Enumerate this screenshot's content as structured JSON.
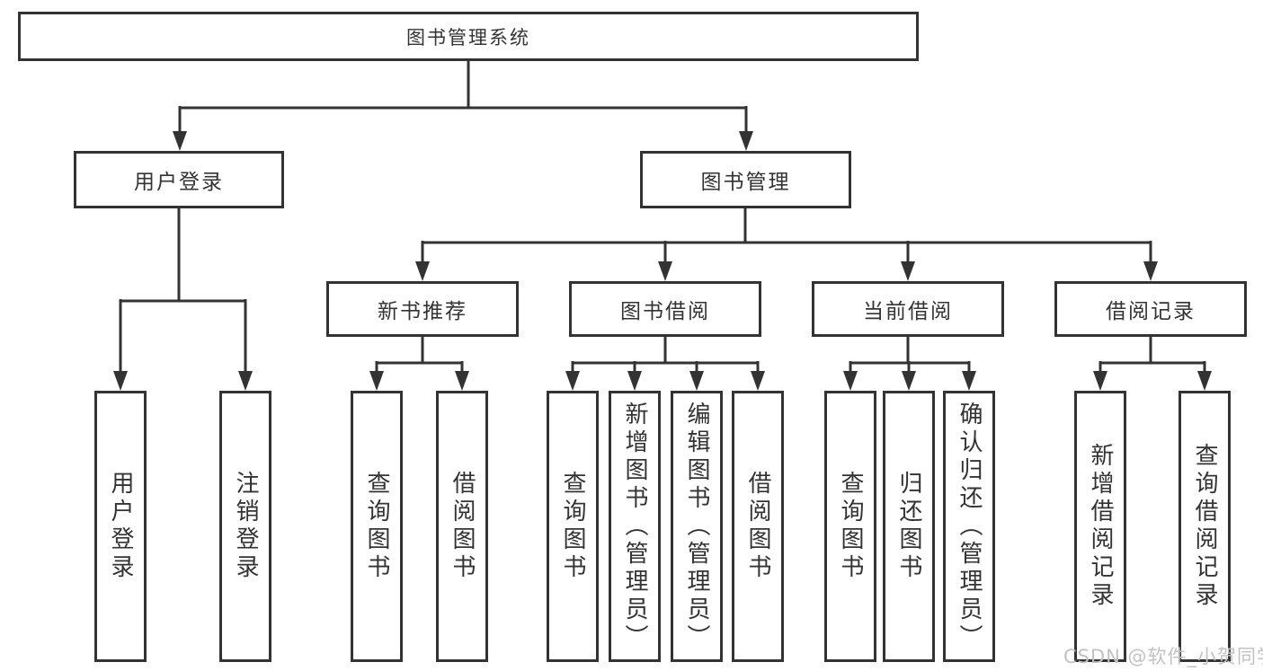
{
  "diagram": {
    "nodes": {
      "root": "图书管理系统",
      "user_login": "用户登录",
      "book_mgmt": "图书管理",
      "new_book_rec": "新书推荐",
      "book_borrow": "图书借阅",
      "current_borrow": "当前借阅",
      "borrow_records": "借阅记录"
    },
    "leaves": {
      "user_login": [
        "用户登录",
        "注销登录"
      ],
      "new_book_rec": [
        "查询图书",
        "借阅图书"
      ],
      "book_borrow": [
        "查询图书",
        "新增图书（管理员）",
        "编辑图书（管理员）",
        "借阅图书"
      ],
      "current_borrow": [
        "查询图书",
        "归还图书",
        "确认归还（管理员）"
      ],
      "borrow_records": [
        "新增借阅记录",
        "查询借阅记录"
      ]
    },
    "watermark": "CSDN @软件_小贺同学",
    "colors": {
      "line": "#333333",
      "text": "#333333",
      "watermark": "#c2c2c2",
      "background": "#ffffff"
    }
  }
}
